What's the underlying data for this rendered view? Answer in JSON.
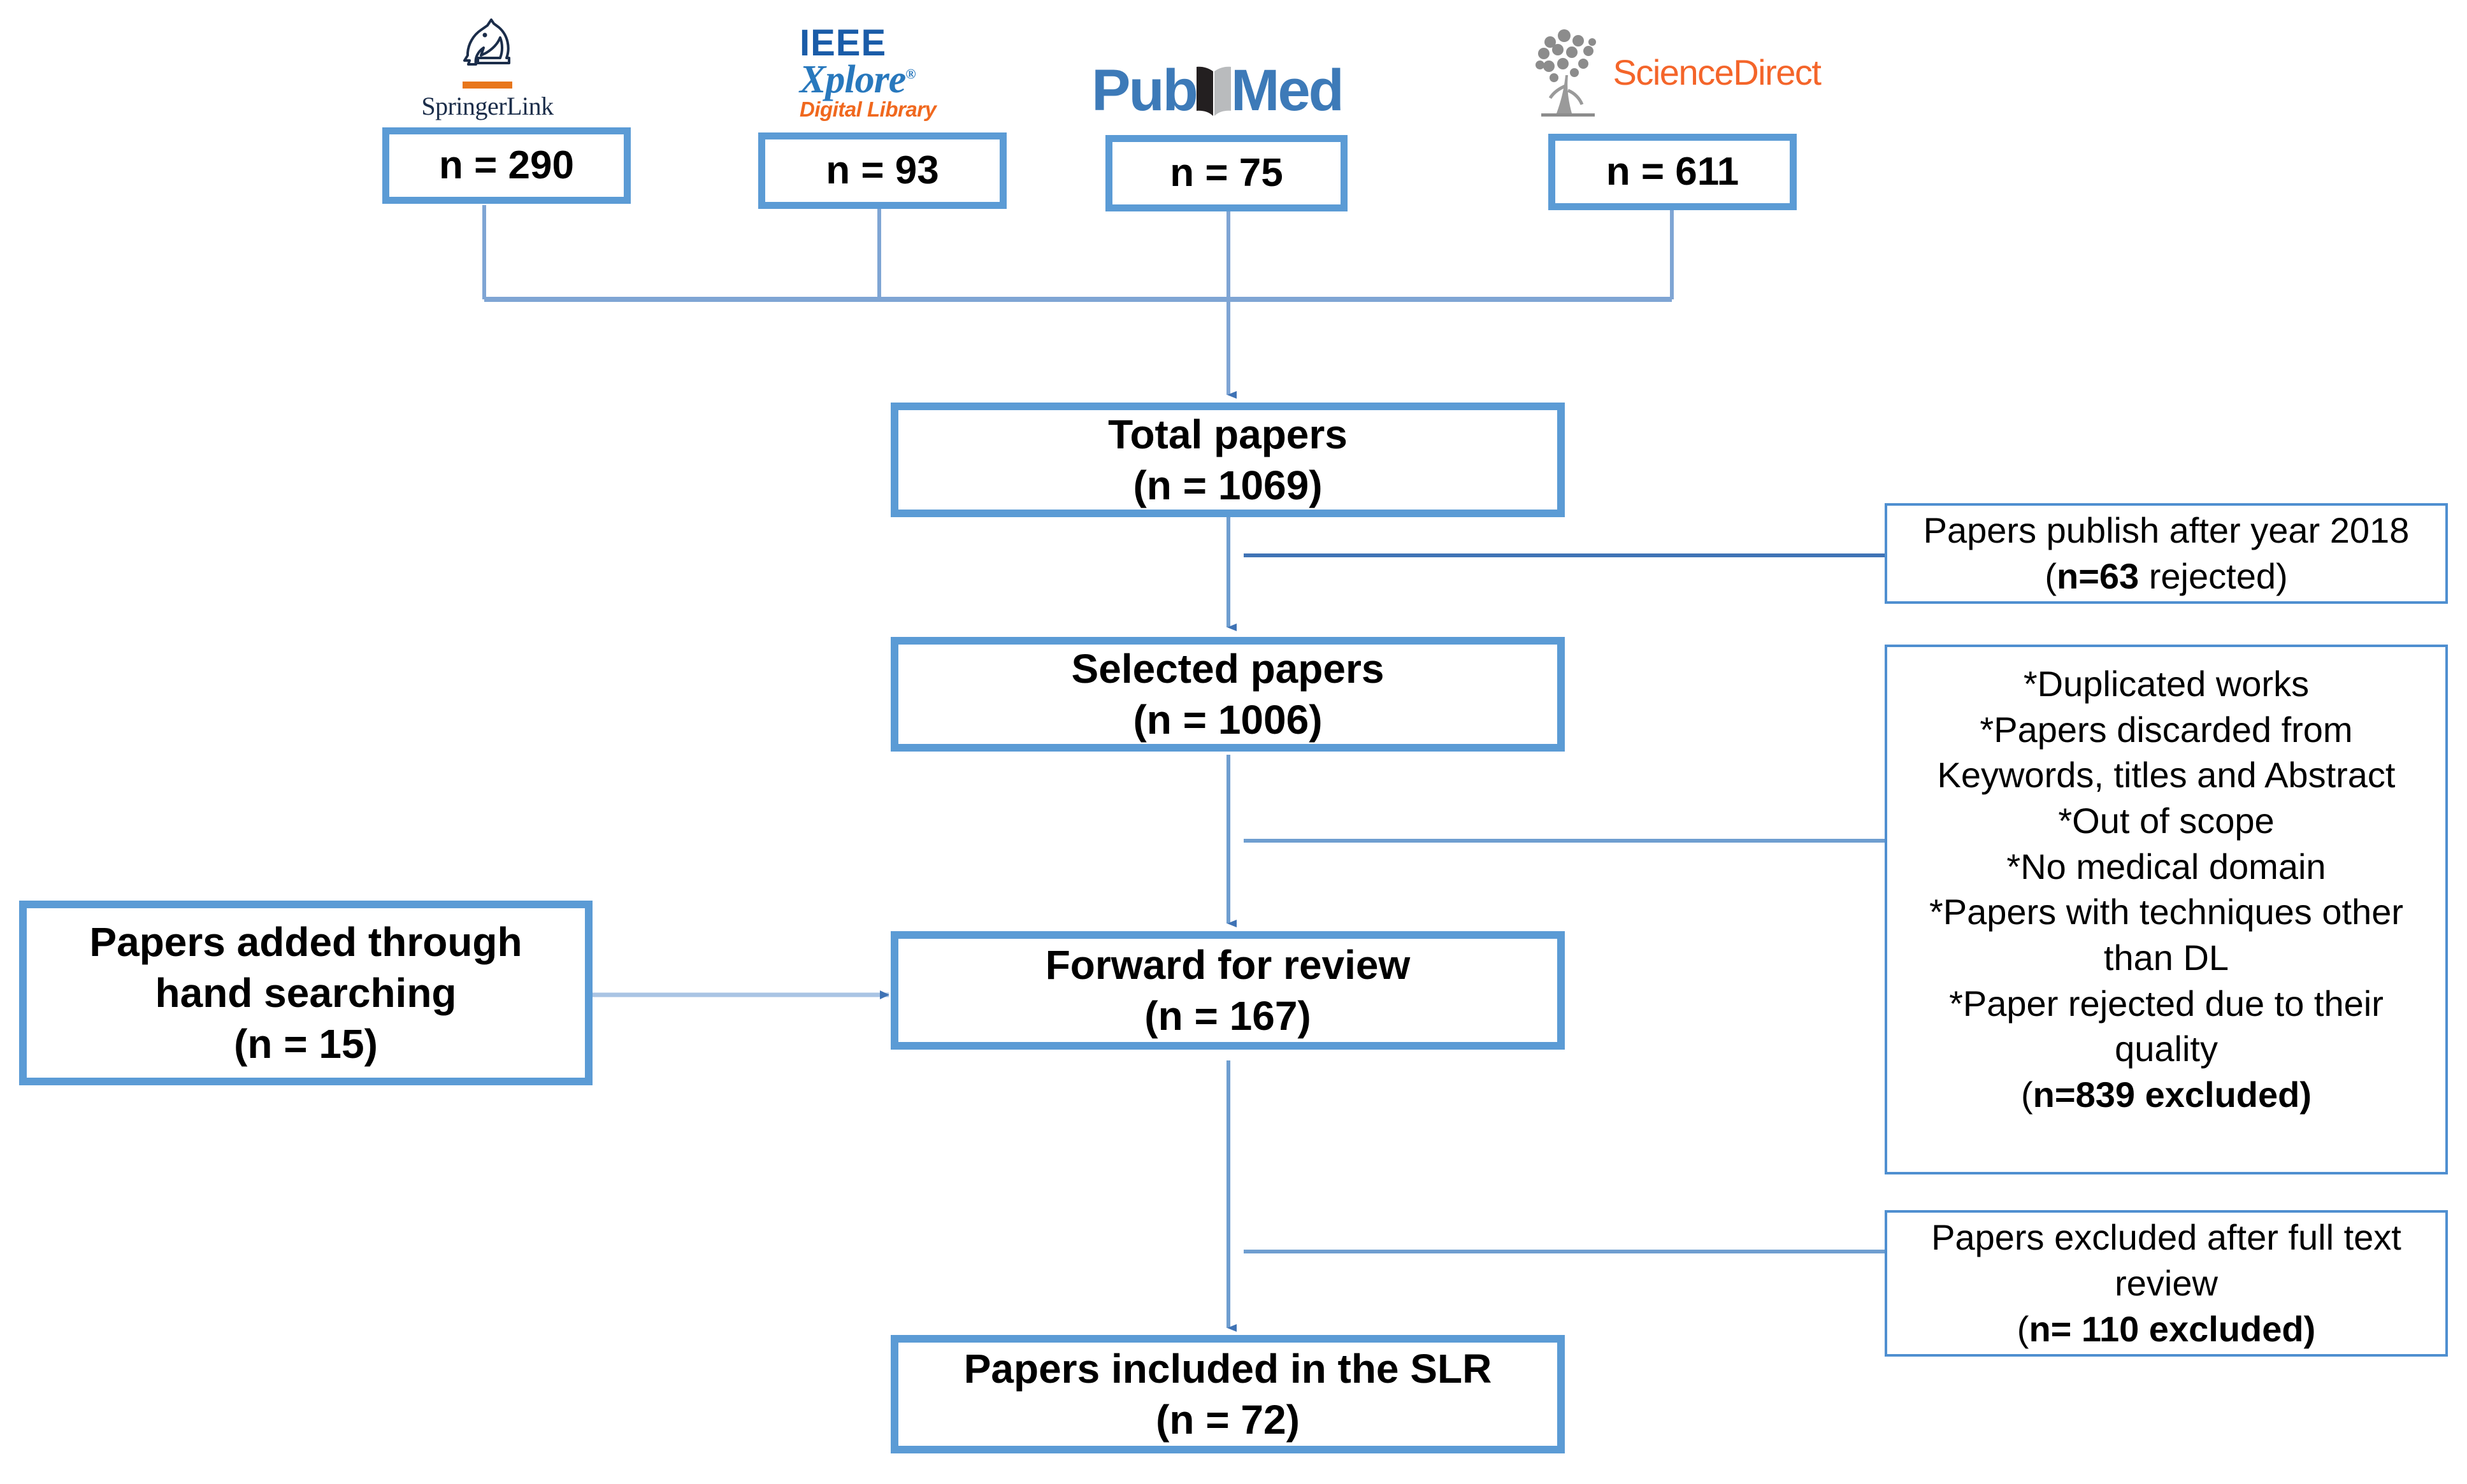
{
  "diagram": {
    "title": "Paper selection flow (PRISMA-style)",
    "colors": {
      "box_border_thick": "#5b9bd5",
      "box_border_thin": "#4f8fd0",
      "connector": "#4a7ebb",
      "connector_light": "#a9c4e4",
      "springer_accent": "#e8761b",
      "ieee_blue": "#1a5ca8",
      "ieee_orange": "#f0681e",
      "pubmed_blue": "#3d7ab8",
      "sciencedirect_orange": "#f4652a"
    }
  },
  "sources": [
    {
      "logo_name": "springerlink-logo",
      "brand": "SpringerLink",
      "count_label": "n = 290",
      "count": 290
    },
    {
      "logo_name": "ieee-xplore-logo",
      "brand_top": "IEEE",
      "brand_mid": "Xplore",
      "brand_sub": "Digital Library",
      "count_label": "n = 93",
      "count": 93
    },
    {
      "logo_name": "pubmed-logo",
      "brand_pre": "Pub",
      "brand_post": "ed",
      "brand_mid_letter": "M",
      "count_label": "n = 75",
      "count": 75
    },
    {
      "logo_name": "sciencedirect-logo",
      "brand": "ScienceDirect",
      "count_label": "n = 611",
      "count": 611
    }
  ],
  "flow": {
    "total_papers": {
      "title": "Total papers",
      "count_label": "(n = 1069)",
      "count": 1069
    },
    "selected_papers": {
      "title": "Selected papers",
      "count_label": "(n = 1006)",
      "count": 1006
    },
    "forward_for_review": {
      "title": "Forward for review",
      "count_label": "(n = 167)",
      "count": 167
    },
    "included_papers": {
      "title": "Papers included in the SLR",
      "count_label": "(n = 72)",
      "count": 72
    },
    "hand_searching": {
      "title_line1": "Papers added through",
      "title_line2": "hand searching",
      "count_label": "(n = 15)",
      "count": 15
    }
  },
  "exclusions": {
    "year_filter": {
      "reason": "Papers publish after year 2018",
      "count_prefix": "(",
      "count_bold": "n=63",
      "count_suffix": " rejected)",
      "count": 63
    },
    "screening": {
      "criteria": [
        "*Duplicated works",
        "*Papers discarded from Keywords, titles and Abstract",
        "*Out of scope",
        "*No medical domain",
        "*Papers with techniques other than DL",
        "*Paper rejected due to their quality"
      ],
      "count_prefix": "(",
      "count_bold": "n=839",
      "count_suffix": " excluded)",
      "count": 839
    },
    "full_text": {
      "reason_line1": "Papers excluded after full text",
      "reason_line2": "review",
      "count_prefix": "(",
      "count_bold": "n= 110",
      "count_suffix": " excluded)",
      "count": 110
    }
  }
}
